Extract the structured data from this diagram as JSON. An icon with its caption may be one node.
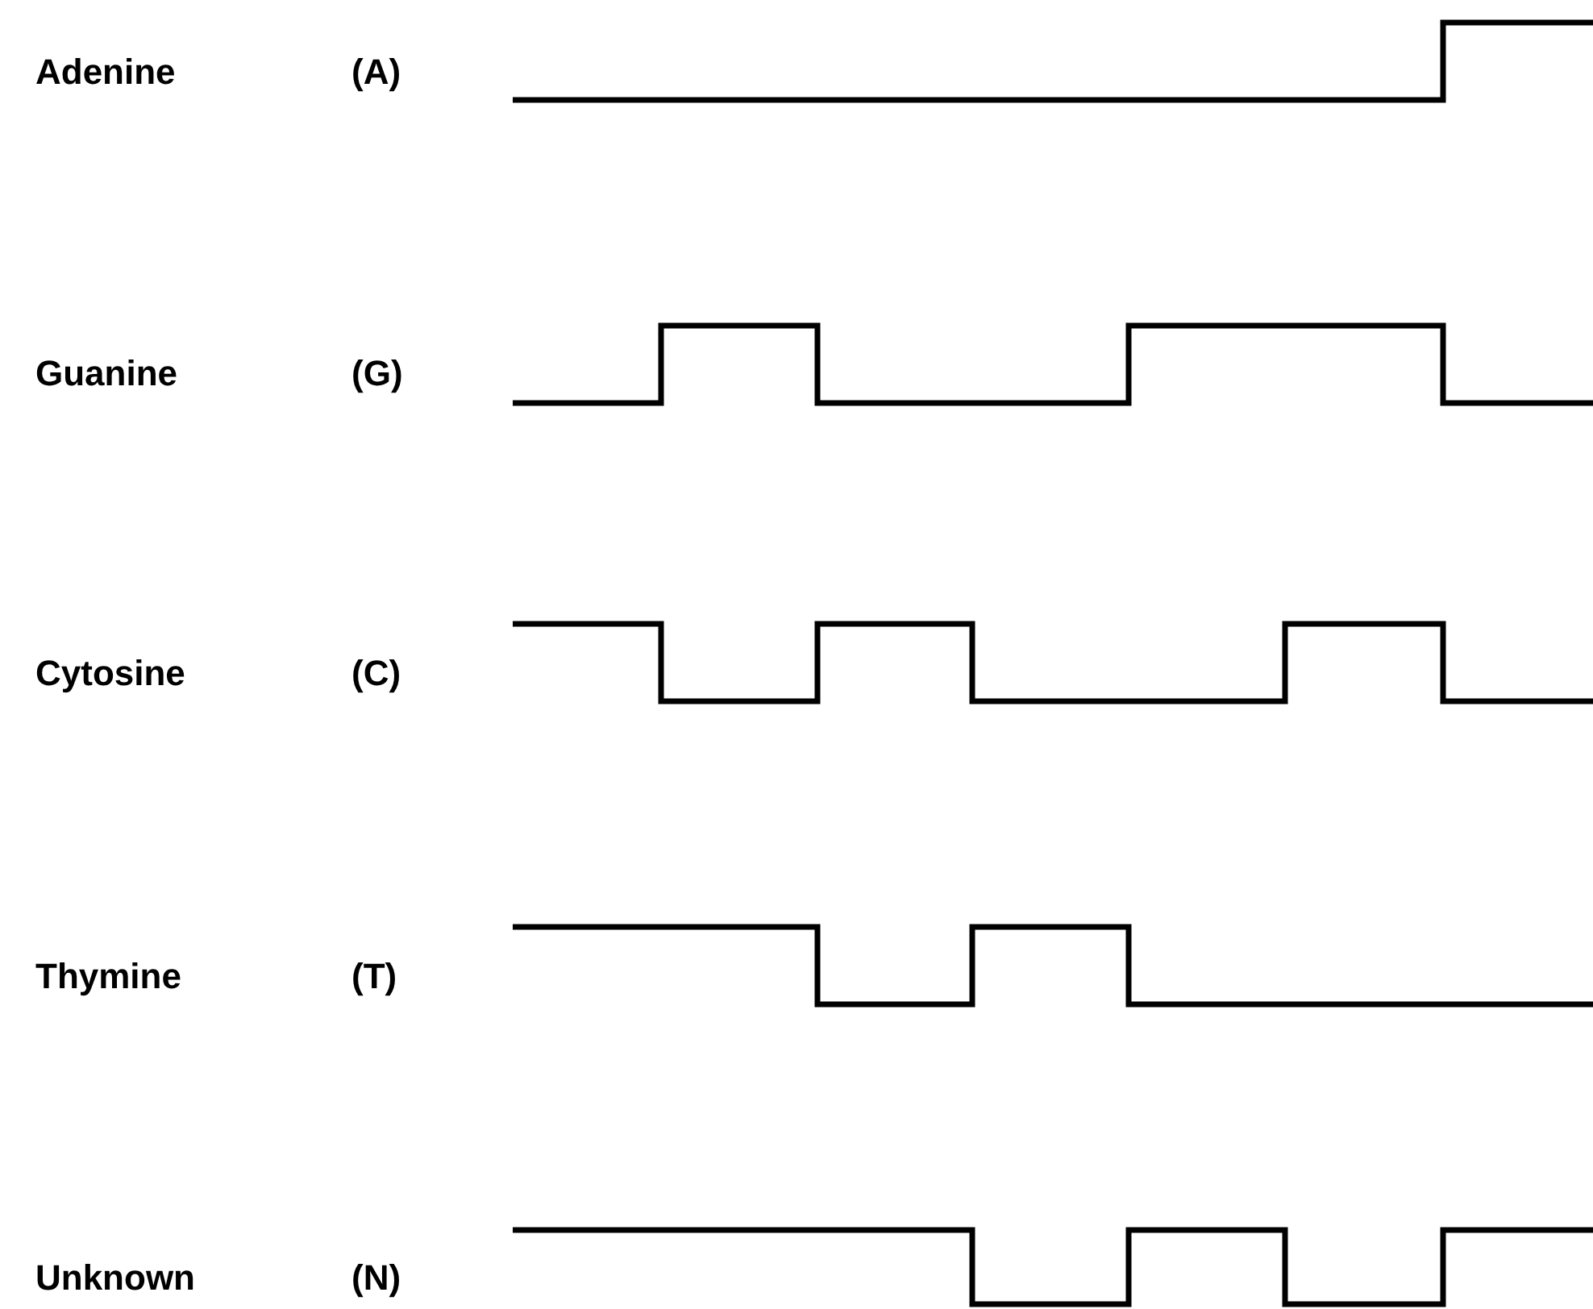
{
  "diagram": {
    "labels": [
      "Adenine",
      "(A)",
      "Guanine",
      "(G)",
      "Cytosine",
      "(C)",
      "Thymine",
      "(T)",
      "Unknown",
      "(N)"
    ]
  }
}
